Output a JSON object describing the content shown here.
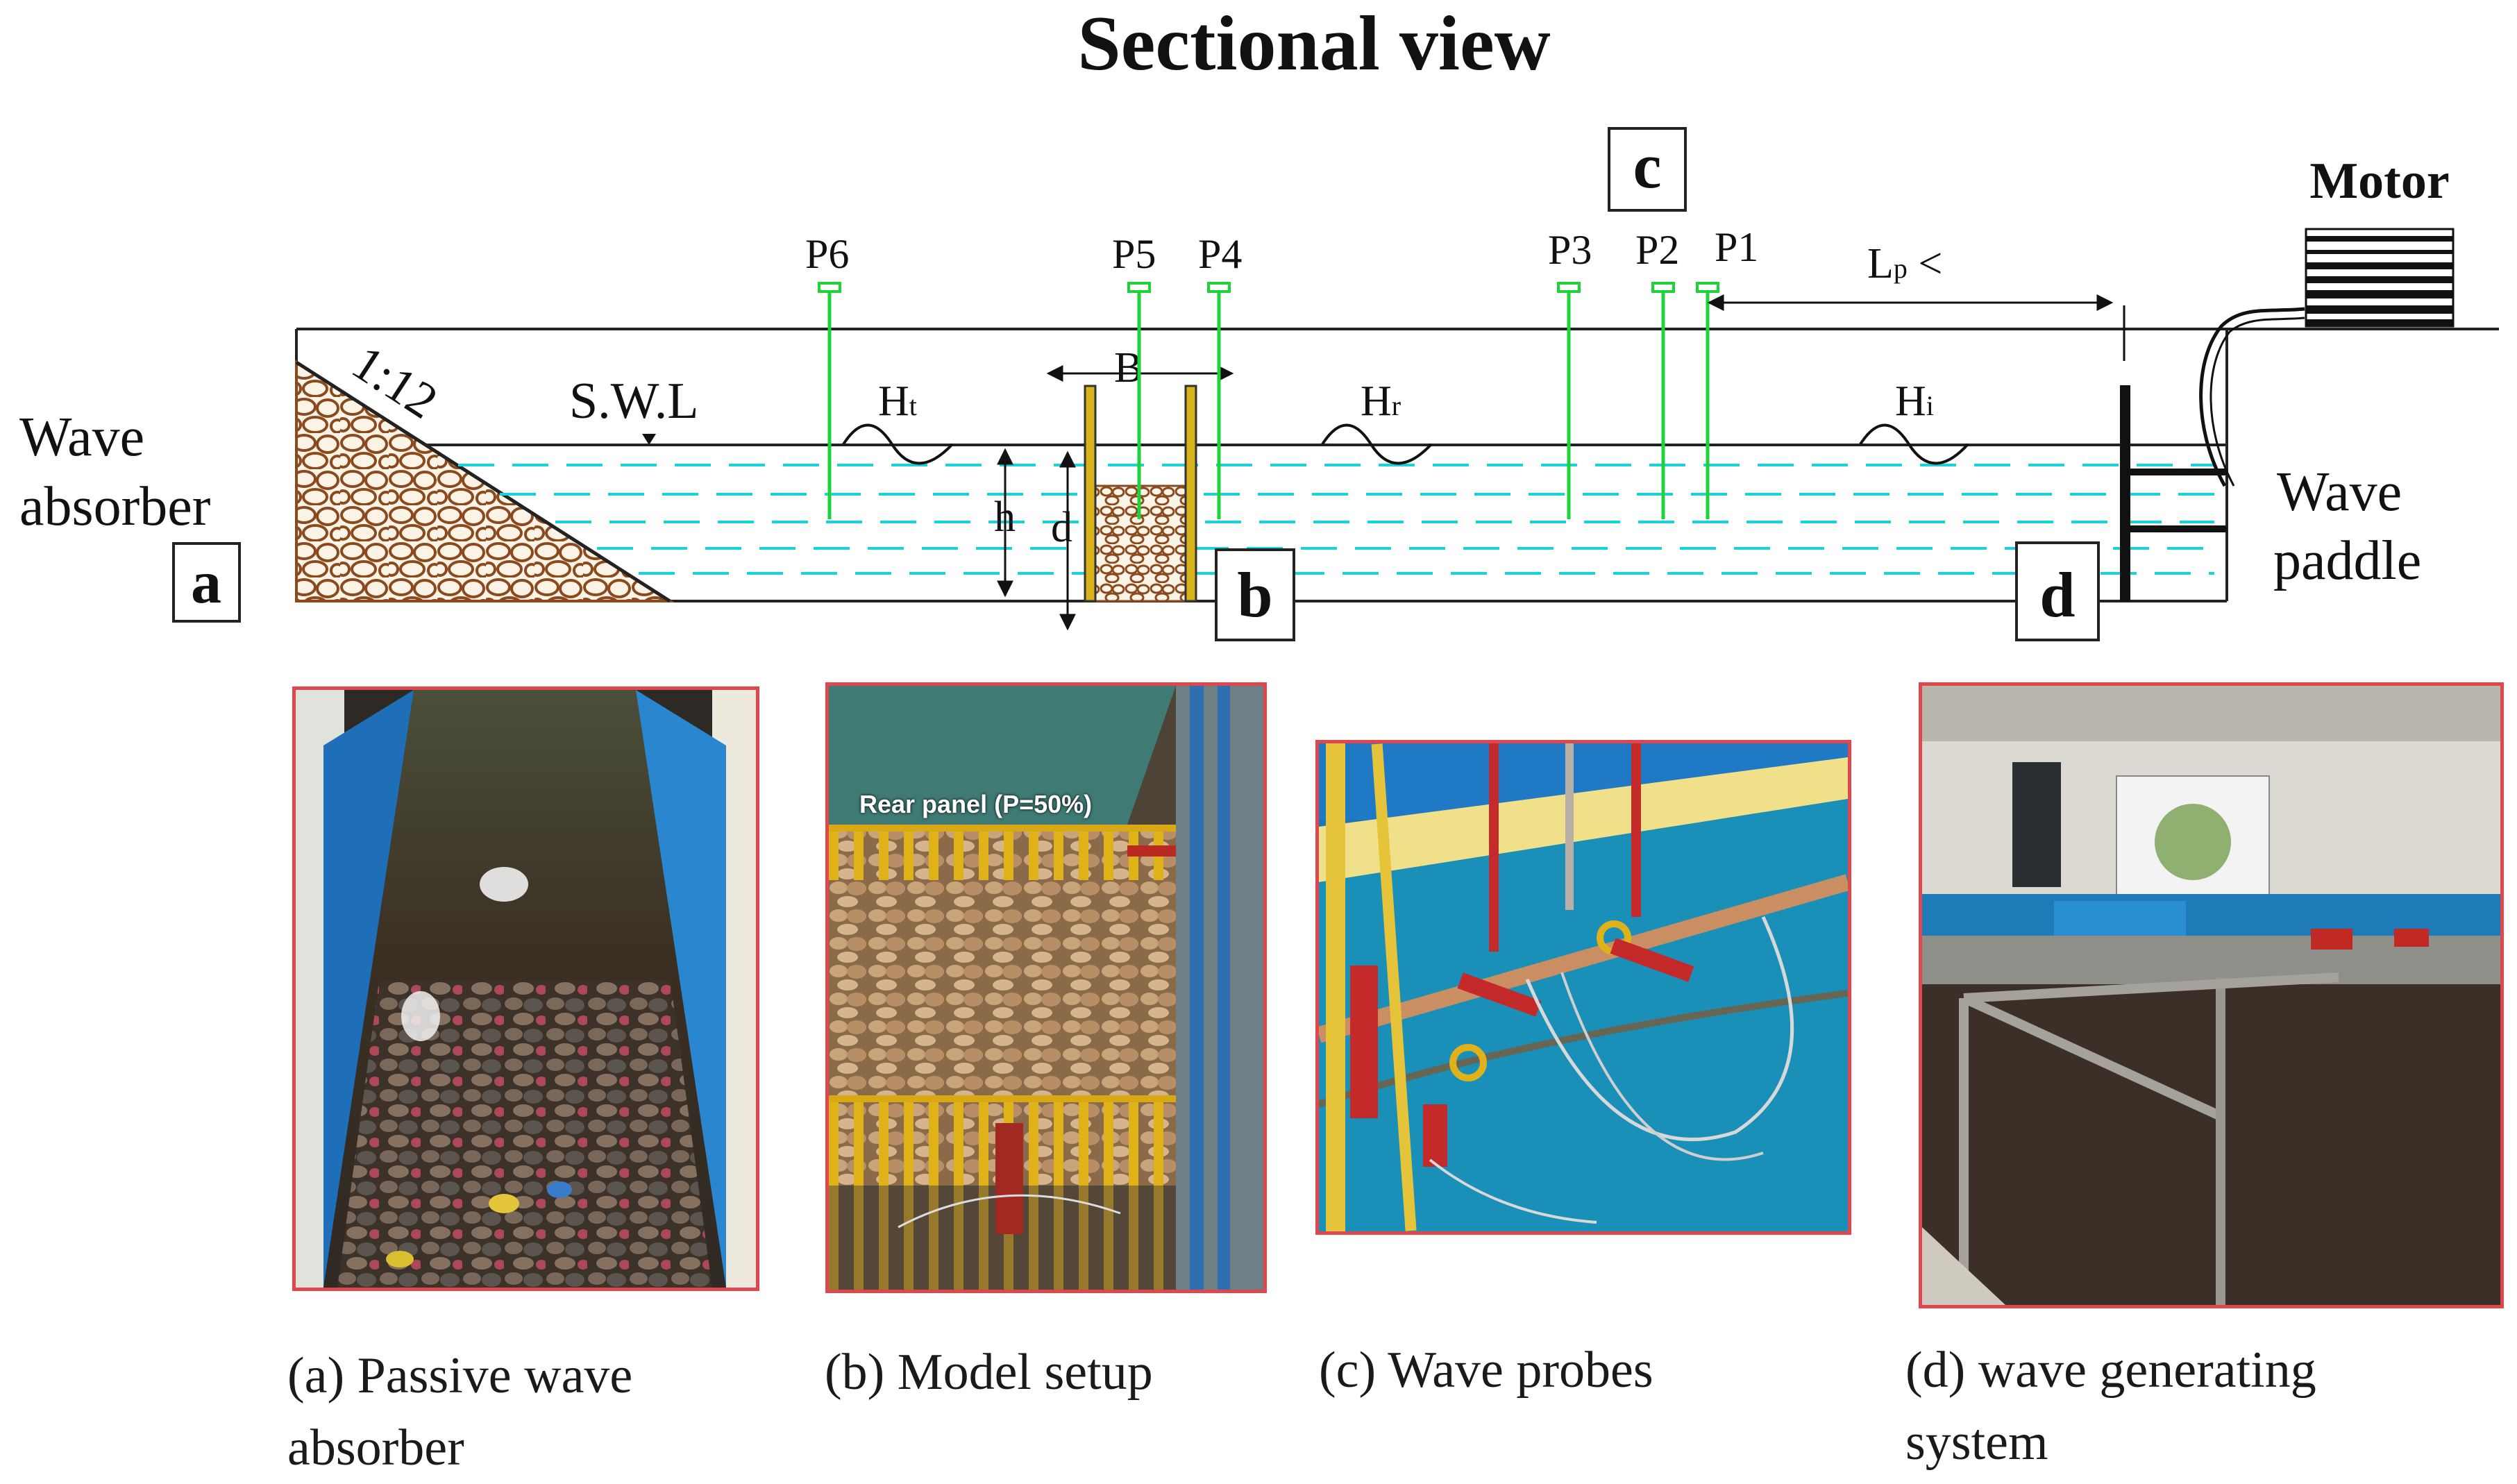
{
  "title": "Sectional view",
  "diagram": {
    "left_label_line1": "Wave",
    "left_label_line2": "absorber",
    "right_label_line1": "Wave",
    "right_label_line2": "paddle",
    "motor_label": "Motor",
    "slope_label": "1:12",
    "swl_label": "S.W.L",
    "ht_main": "H",
    "ht_sub": "t",
    "hr_main": "H",
    "hr_sub": "r",
    "hi_main": "H",
    "hi_sub": "i",
    "lp_main": "L",
    "lp_sub": "p",
    "lp_suffix": " <",
    "b_dim": "B",
    "h_dim": "h",
    "d_dim": "d",
    "box_a": "a",
    "box_b": "b",
    "box_c": "c",
    "box_d": "d",
    "probes": [
      "P6",
      "P5",
      "P4",
      "P3",
      "P2",
      "P1"
    ],
    "colors": {
      "water_line": "#18d4d8",
      "probe": "#1ed33a",
      "rock": "#8b4a1e",
      "plate": "#d8b21a"
    }
  },
  "photos": {
    "b_overlay": "Rear panel (P=50%)"
  },
  "captions": {
    "a_line1": "(a) Passive wave",
    "a_line2": "absorber",
    "b": "(b) Model setup",
    "c": "(c) Wave probes",
    "d_line1": "(d) wave generating",
    "d_line2": "system"
  }
}
